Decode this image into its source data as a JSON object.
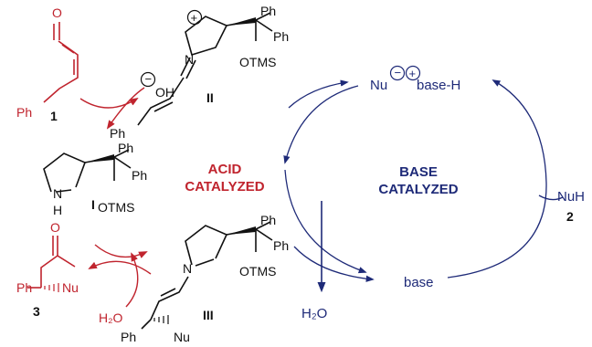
{
  "colors": {
    "red": "#c0242e",
    "blue": "#1e2a78",
    "black": "#111111"
  },
  "acid_cycle": {
    "title_line1": "ACID",
    "title_line2": "CATALYZED"
  },
  "base_cycle": {
    "title_line1": "BASE",
    "title_line2": "CATALYZED",
    "nu_label": "Nu",
    "base_h_label": "base-H",
    "nuh_label": "NuH",
    "nuh_number": "2",
    "base_label": "base",
    "water_out_label": "H₂O"
  },
  "compound_1": {
    "number": "1",
    "o_label": "O",
    "ph_label": "Ph"
  },
  "compound_2_iminium": {
    "numeral": "II",
    "oh_label": "OH",
    "n_label": "N",
    "ph1_label": "Ph",
    "ph2_label": "Ph",
    "otms_label": "OTMS",
    "ph_chain_label": "Ph"
  },
  "catalyst": {
    "numeral": "I",
    "n_label": "N",
    "h_label": "H",
    "ph1_label": "Ph",
    "ph2_label": "Ph",
    "otms_label": "OTMS"
  },
  "compound_3": {
    "number": "3",
    "o_label": "O",
    "ph_label": "Ph",
    "nu_label": "Nu",
    "water_in_label": "H₂O"
  },
  "enamine": {
    "numeral": "III",
    "n_label": "N",
    "ph1_label": "Ph",
    "ph2_label": "Ph",
    "otms_label": "OTMS",
    "ph_label": "Ph",
    "nu_label": "Nu"
  }
}
